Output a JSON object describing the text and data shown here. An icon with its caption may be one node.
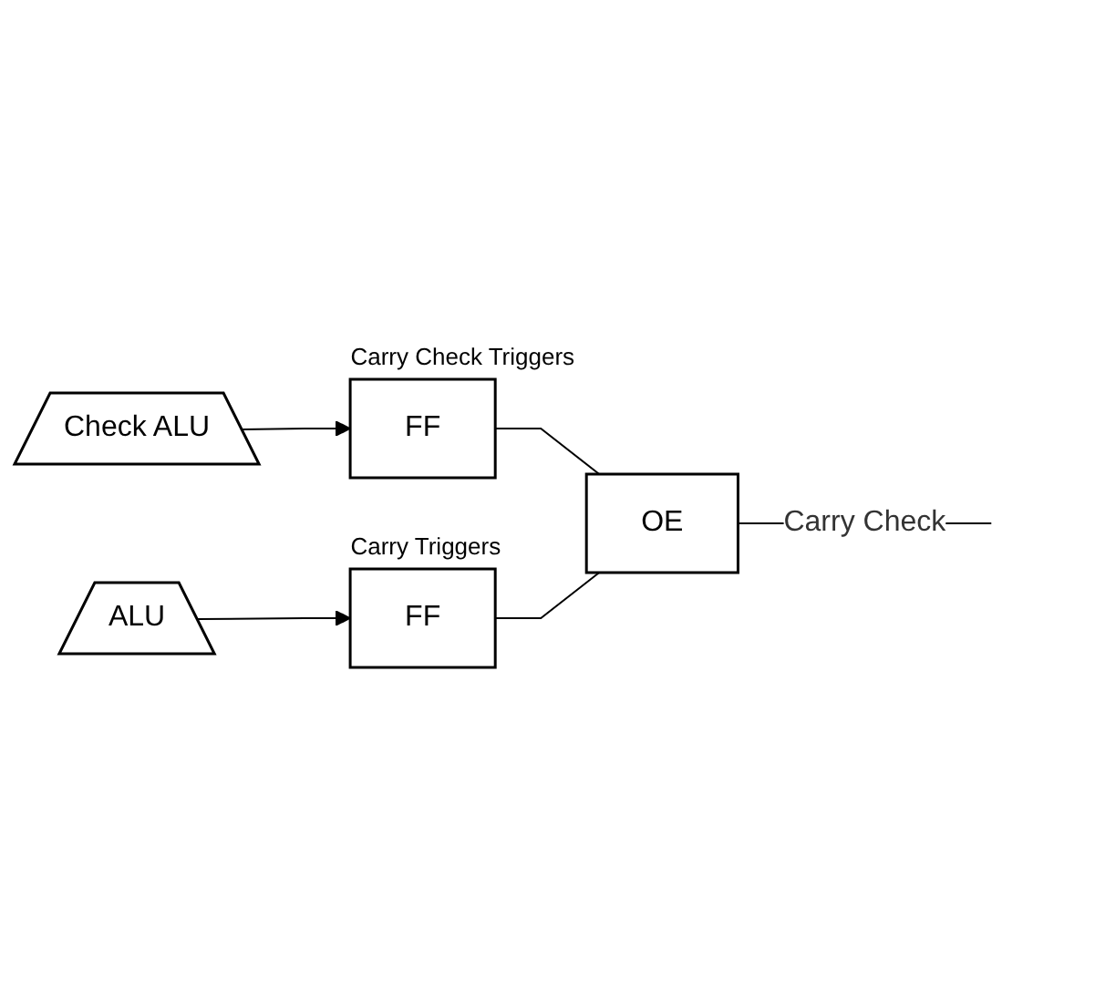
{
  "diagram": {
    "nodes": [
      {
        "text": [
          "Check ALU"
        ]
      },
      {
        "text": [
          "FF"
        ],
        "beside": [
          "Carry Check Triggers"
        ]
      },
      {
        "text": [
          "OE"
        ]
      },
      {
        "text": [
          "ALU"
        ]
      },
      {
        "text": [
          "FF"
        ],
        "beside": [
          "Carry Triggers"
        ]
      }
    ],
    "edges": [
      {
        "from": 0,
        "to": 1,
        "arrow": "to"
      },
      {
        "from": 1,
        "to": 2,
        "arrow": "none"
      },
      {
        "from": 3,
        "to": 4,
        "arrow": "to"
      },
      {
        "from": 4,
        "to": 2,
        "arrow": "none"
      },
      {
        "from": 2,
        "to": null,
        "arrow": "none",
        "label": "Carry Check"
      }
    ]
  }
}
